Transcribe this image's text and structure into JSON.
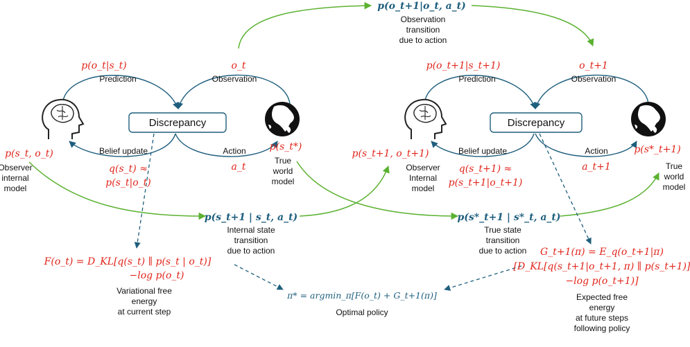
{
  "diagram": {
    "left": {
      "prediction_formula": "p(o_t|s_t)",
      "prediction_label": "Prediction",
      "observation_symbol": "o_t",
      "observation_label": "Observation",
      "discrepancy_label": "Discrepancy",
      "belief_update_label": "Belief update",
      "action_label": "Action",
      "action_symbol": "a_t",
      "observer_formula": "p(s_t, o_t)",
      "observer_caption": [
        "Observer",
        "internal",
        "model"
      ],
      "belief_formula": [
        "q(s_t) ≈",
        "p(s_t|o_t)"
      ],
      "world_formula": "p(s_t*)",
      "world_caption": [
        "True",
        "world",
        "model"
      ]
    },
    "right": {
      "prediction_formula": "p(o_t+1|s_t+1)",
      "prediction_label": "Prediction",
      "observation_symbol": "o_t+1",
      "observation_label": "Observation",
      "discrepancy_label": "Discrepancy",
      "belief_update_label": "Belief update",
      "action_label": "Action",
      "action_symbol": "a_t+1",
      "observer_formula": "p(s_t+1, o_t+1)",
      "observer_caption": [
        "Observer",
        "Internal",
        "model"
      ],
      "belief_formula": [
        "q(s_t+1) ≈",
        "p(s_t+1|o_t+1)"
      ],
      "world_formula": "p(s*_t+1)",
      "world_caption": [
        "True",
        "world",
        "model"
      ]
    },
    "top_transition": {
      "formula": "p(o_t+1|o_t, a_t)",
      "caption": [
        "Observation",
        "transition",
        "due to action"
      ]
    },
    "internal_transition": {
      "formula": "p(s_t+1 | s_t, a_t)",
      "caption": [
        "Internal state",
        "transition",
        "due to action"
      ]
    },
    "true_transition": {
      "formula": "p(s*_t+1 | s*_t, a_t)",
      "caption": [
        "True state",
        "transition",
        "due to action"
      ]
    },
    "vfe": {
      "formula": [
        "F(o_t) = D_KL[q(s_t) ∥ p(s_t | o_t)]",
        "−log p(o_t)"
      ],
      "caption": [
        "Variational free",
        "energy",
        "at current step"
      ]
    },
    "efe": {
      "formula": [
        "G_t+1(π) = E_q(o_t+1|π)",
        "[D_KL[q(s_t+1|o_t+1, π) ∥ p(s_t+1)]",
        "−log p(o_t+1)]"
      ],
      "caption": [
        "Expected free",
        "energy",
        "at future steps",
        "following policy"
      ]
    },
    "policy": {
      "formula": "π* = argmin_π[F(o_t) + G_t+1(π)]",
      "caption": "Optimal policy"
    },
    "colors": {
      "blue": "#1e5e7d",
      "red": "#e0251b",
      "green": "#5bb131"
    }
  }
}
